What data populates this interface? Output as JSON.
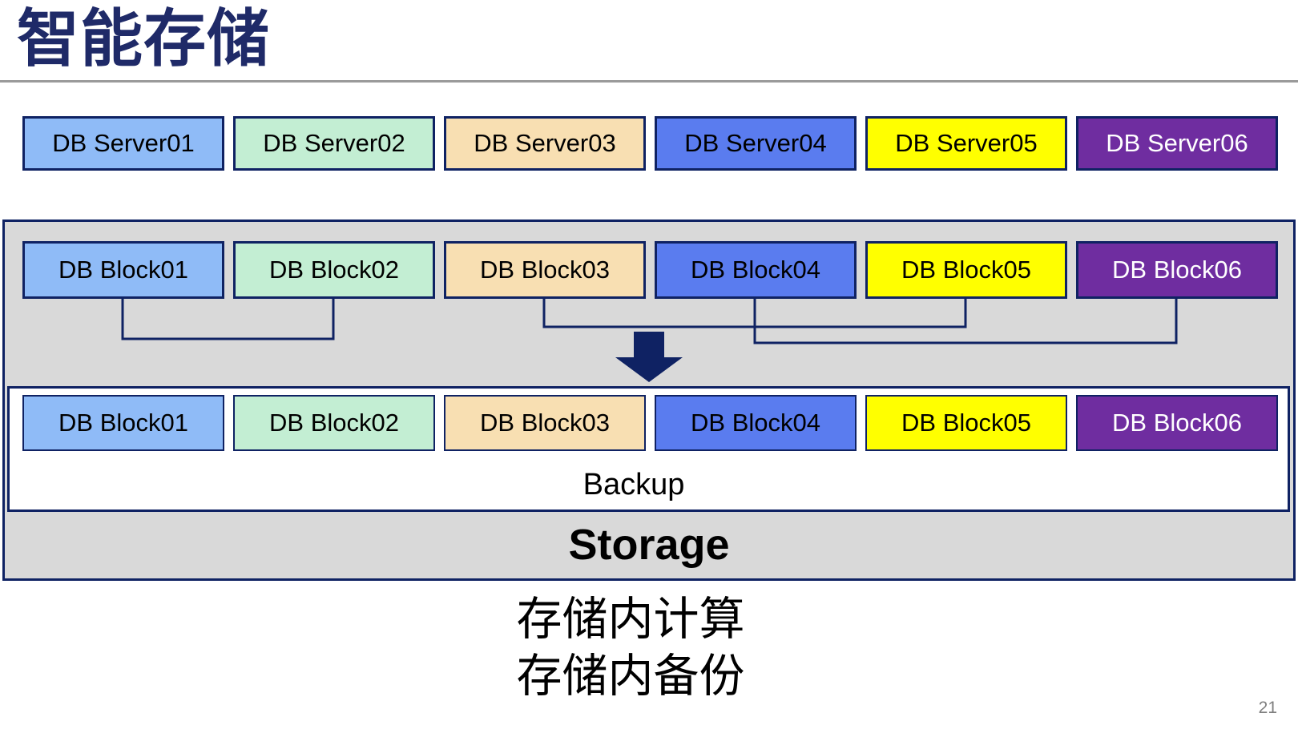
{
  "slide": {
    "title": "智能存储",
    "page_number": "21",
    "caption": {
      "line1": "存储内计算",
      "line2": "存储内备份"
    }
  },
  "colors": {
    "title_navy": "#1F2A68",
    "border_navy": "#0F2263",
    "connector_navy": "#0F2263",
    "storage_gray": "#D9D9D9",
    "rule_gray": "#9A9A9A",
    "page_number_gray": "#7F7F7F",
    "palette": [
      "#8FBBF7",
      "#C3EED3",
      "#F8DFB2",
      "#5A7CEF",
      "#FFFF00",
      "#6F2DA0"
    ]
  },
  "icons": {
    "down_arrow": "down-block-arrow"
  },
  "server_row": {
    "items": [
      {
        "label": "DB Server01",
        "fill": "#8FBBF7",
        "text_color": "#000000"
      },
      {
        "label": "DB Server02",
        "fill": "#C3EED3",
        "text_color": "#000000"
      },
      {
        "label": "DB Server03",
        "fill": "#F8DFB2",
        "text_color": "#000000"
      },
      {
        "label": "DB Server04",
        "fill": "#5A7CEF",
        "text_color": "#000000"
      },
      {
        "label": "DB Server05",
        "fill": "#FFFF00",
        "text_color": "#000000"
      },
      {
        "label": "DB Server06",
        "fill": "#6F2DA0",
        "text_color": "#FFFFFF"
      }
    ]
  },
  "storage": {
    "label": "Storage",
    "backup_label": "Backup",
    "upper_blocks": {
      "items": [
        {
          "label": "DB Block01",
          "fill": "#8FBBF7",
          "text_color": "#000000"
        },
        {
          "label": "DB Block02",
          "fill": "#C3EED3",
          "text_color": "#000000"
        },
        {
          "label": "DB Block03",
          "fill": "#F8DFB2",
          "text_color": "#000000"
        },
        {
          "label": "DB Block04",
          "fill": "#5A7CEF",
          "text_color": "#000000"
        },
        {
          "label": "DB Block05",
          "fill": "#FFFF00",
          "text_color": "#000000"
        },
        {
          "label": "DB Block06",
          "fill": "#6F2DA0",
          "text_color": "#FFFFFF"
        }
      ]
    },
    "lower_blocks": {
      "items": [
        {
          "label": "DB Block01",
          "fill": "#8FBBF7",
          "text_color": "#000000"
        },
        {
          "label": "DB Block02",
          "fill": "#C3EED3",
          "text_color": "#000000"
        },
        {
          "label": "DB Block03",
          "fill": "#F8DFB2",
          "text_color": "#000000"
        },
        {
          "label": "DB Block04",
          "fill": "#5A7CEF",
          "text_color": "#000000"
        },
        {
          "label": "DB Block05",
          "fill": "#FFFF00",
          "text_color": "#000000"
        },
        {
          "label": "DB Block06",
          "fill": "#6F2DA0",
          "text_color": "#FFFFFF"
        }
      ]
    }
  }
}
